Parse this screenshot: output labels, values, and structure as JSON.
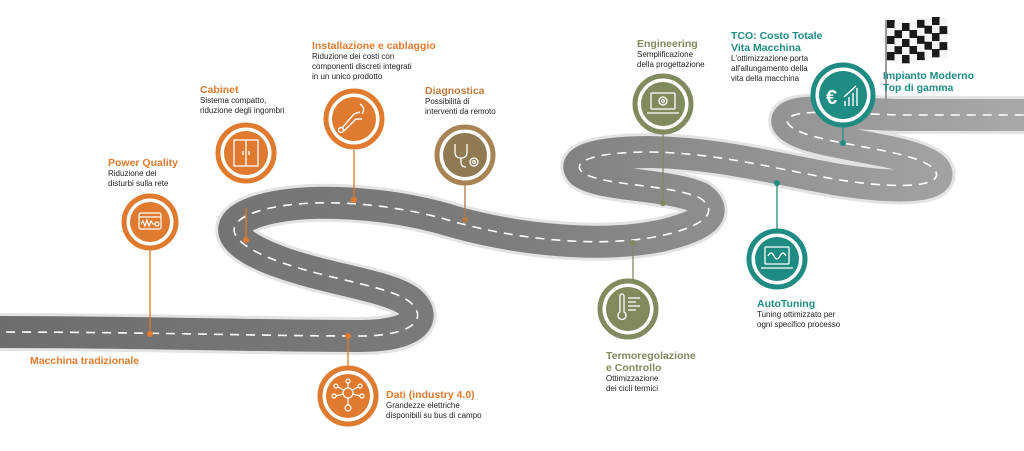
{
  "colors": {
    "orange": "#e07a2e",
    "green": "#7f8a5d",
    "teal": "#1f8c84",
    "road": "#7b7b7b",
    "road_edge": "#c9c9c9"
  },
  "start": {
    "label": "Macchina tradizionale"
  },
  "finish": {
    "title": "Impianto Moderno\nTop di gamma",
    "flag_icon": "checkered-flag-icon"
  },
  "milestones": [
    {
      "id": "power-quality",
      "title": "Power Quality",
      "desc": "Riduzione dei\ndisturbi sulla rete",
      "icon": "waveform-monitor-icon",
      "color": "orange"
    },
    {
      "id": "cabinet",
      "title": "Cabinet",
      "desc": "Sistema compatto,\nriduzione degli ingombri",
      "icon": "cabinet-icon",
      "color": "orange"
    },
    {
      "id": "installazione",
      "title": "Installazione e cablaggio",
      "desc": "Riduzione dei costi con\ncomponenti discreti integrati\nin un unico prodotto",
      "icon": "wire-cutter-icon",
      "color": "orange"
    },
    {
      "id": "diagnostica",
      "title": "Diagnostica",
      "desc": "Possibilità di\ninterventi da remoto",
      "icon": "stethoscope-gear-icon",
      "color": "olive"
    },
    {
      "id": "dati",
      "title": "Dati (industry 4.0)",
      "desc": "Grandezze elettriche\ndisponibili su bus di campo",
      "icon": "network-hub-icon",
      "color": "orange"
    },
    {
      "id": "termoregolazione",
      "title": "Termoregolazione\ne Controllo",
      "desc": "Ottimizzazione\ndei cicli termici",
      "icon": "thermometer-icon",
      "color": "green"
    },
    {
      "id": "engineering",
      "title": "Engineering",
      "desc": "Semplificazione\ndella progettazione",
      "icon": "laptop-gear-icon",
      "color": "green"
    },
    {
      "id": "autotuning",
      "title": "AutoTuning",
      "desc": "Tuning ottimizzato per\nogni specifico processo",
      "icon": "laptop-wave-icon",
      "color": "teal"
    },
    {
      "id": "tco",
      "title": "TCO: Costo Totale\nVita Macchina",
      "desc": "L'ottimizzazione porta\nall'allungamento della\nvita della macchina",
      "icon": "euro-growth-icon",
      "color": "teal"
    }
  ]
}
